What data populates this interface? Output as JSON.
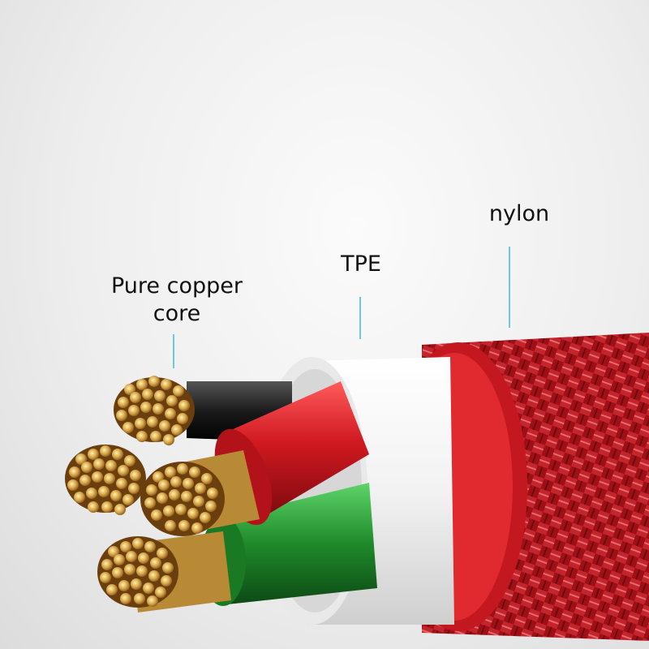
{
  "image": {
    "labels": {
      "copper_line1": "Pure copper",
      "copper_line2": "core",
      "tpe": "TPE",
      "nylon": "nylon"
    },
    "colors": {
      "leader_line": "#6fc6e6",
      "nylon_braid": "#b0141a",
      "tpe_sheath": "#f4f4f4",
      "red_wire": "#c9141c",
      "green_wire": "#1f8a2a",
      "black_wire": "#1a1a1a",
      "copper": "#c89a3a"
    }
  }
}
